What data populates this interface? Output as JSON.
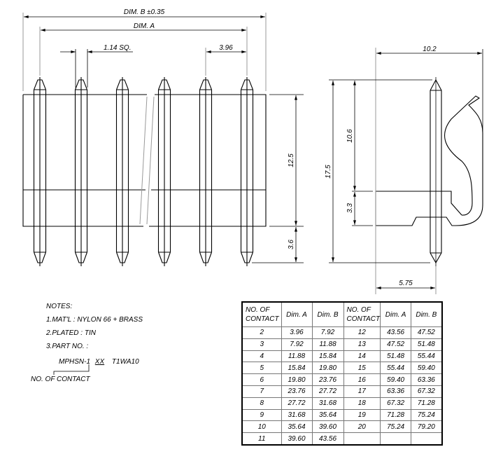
{
  "front_view": {
    "dim_b_label": "DIM. B ±0.35",
    "dim_a_label": "DIM. A",
    "pin_size_label": "1.14 SQ.",
    "pitch_label": "3.96",
    "height_label": "12.5",
    "tail_label": "3.6"
  },
  "side_view": {
    "width_label": "10.2",
    "total_height_label": "17.5",
    "upper_pin_label": "10.6",
    "body_height_label": "3.3",
    "pin_offset_label": "5.75"
  },
  "notes": {
    "title": "NOTES:",
    "material": "1.MAT'L : NYLON 66 + BRASS",
    "plated": "2.PLATED : TIN",
    "part_no_label": "3.PART NO. :",
    "part_prefix": "MPHSN-1",
    "part_variable": "XX",
    "part_suffix": "T1WA10",
    "callout": "NO. OF CONTACT"
  },
  "table": {
    "headers": [
      "NO. OF CONTACT",
      "Dim. A",
      "Dim. B",
      "NO. OF CONTACT",
      "Dim. A",
      "Dim. B"
    ],
    "rows": [
      [
        "2",
        "3.96",
        "7.92",
        "12",
        "43.56",
        "47.52"
      ],
      [
        "3",
        "7.92",
        "11.88",
        "13",
        "47.52",
        "51.48"
      ],
      [
        "4",
        "11.88",
        "15.84",
        "14",
        "51.48",
        "55.44"
      ],
      [
        "5",
        "15.84",
        "19.80",
        "15",
        "55.44",
        "59.40"
      ],
      [
        "6",
        "19.80",
        "23.76",
        "16",
        "59.40",
        "63.36"
      ],
      [
        "7",
        "23.76",
        "27.72",
        "17",
        "63.36",
        "67.32"
      ],
      [
        "8",
        "27.72",
        "31.68",
        "18",
        "67.32",
        "71.28"
      ],
      [
        "9",
        "31.68",
        "35.64",
        "19",
        "71.28",
        "75.24"
      ],
      [
        "10",
        "35.64",
        "39.60",
        "20",
        "75.24",
        "79.20"
      ],
      [
        "11",
        "39.60",
        "43.56",
        "",
        "",
        ""
      ]
    ]
  }
}
